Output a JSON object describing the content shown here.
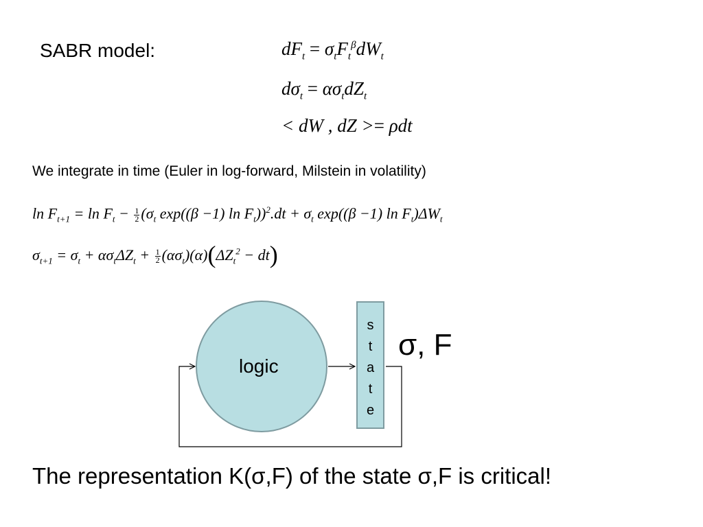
{
  "slide": {
    "title": "SABR model:",
    "sde": {
      "eq1": {
        "lhs": "dF",
        "lhs_sub": "t",
        "op": "=",
        "sigma": "σ",
        "sigma_sub": "t",
        "f": "F",
        "f_sub": "t",
        "f_sup": "β",
        "dw": "dW",
        "dw_sub": "t"
      },
      "eq2": {
        "lhs": "dσ",
        "lhs_sub": "t",
        "op": "=",
        "alpha": "ασ",
        "alpha_sub": "t",
        "dz": "dZ",
        "dz_sub": "t"
      },
      "eq3": {
        "text_open": "< dW , dZ >",
        "op": "=",
        "rhs": "ρdt"
      }
    },
    "intro": "We integrate in time (Euler in log-forward, Milstein in volatility)",
    "discretization": {
      "line1": {
        "p1": "ln",
        "p2": "F",
        "p2_sub": "t+1",
        "p3": "= ln",
        "p4": "F",
        "p4_sub": "t",
        "p5": "−",
        "frac_num": "1",
        "frac_den": "2",
        "p6": "(σ",
        "p6_sub": "t",
        "p7": "exp((β −1) ln",
        "p8": "F",
        "p8_sub": "t",
        "p9": "))",
        "p9_sup": "2",
        "p10": ".dt + σ",
        "p10_sub": "t",
        "p11": "exp((β −1) ln",
        "p12": "F",
        "p12_sub": "t",
        "p13": ")ΔW",
        "p13_sub": "t"
      },
      "line2": {
        "p1": "σ",
        "p1_sub": "t+1",
        "p2": "= σ",
        "p2_sub": "t",
        "p3": "+ ασ",
        "p3_sub": "t",
        "p4": "ΔZ",
        "p4_sub": "t",
        "p5": "+",
        "frac_num": "1",
        "frac_den": "2",
        "p6": "(ασ",
        "p6_sub": "t",
        "p7": ")(α)",
        "paren_open": "(",
        "p8": "ΔZ",
        "p8_sub": "t",
        "p8_sup": "2",
        "p9": "− dt",
        "paren_close": ")"
      }
    },
    "diagram": {
      "logic_label": "logic",
      "state_letters": [
        "s",
        "t",
        "a",
        "t",
        "e"
      ],
      "state_var": "σ, F",
      "colors": {
        "node_fill": "#b8dee2",
        "node_stroke": "#7e9ba0",
        "line": "#000000"
      }
    },
    "footer": "The representation K(σ,F) of the state σ,F is critical!"
  }
}
